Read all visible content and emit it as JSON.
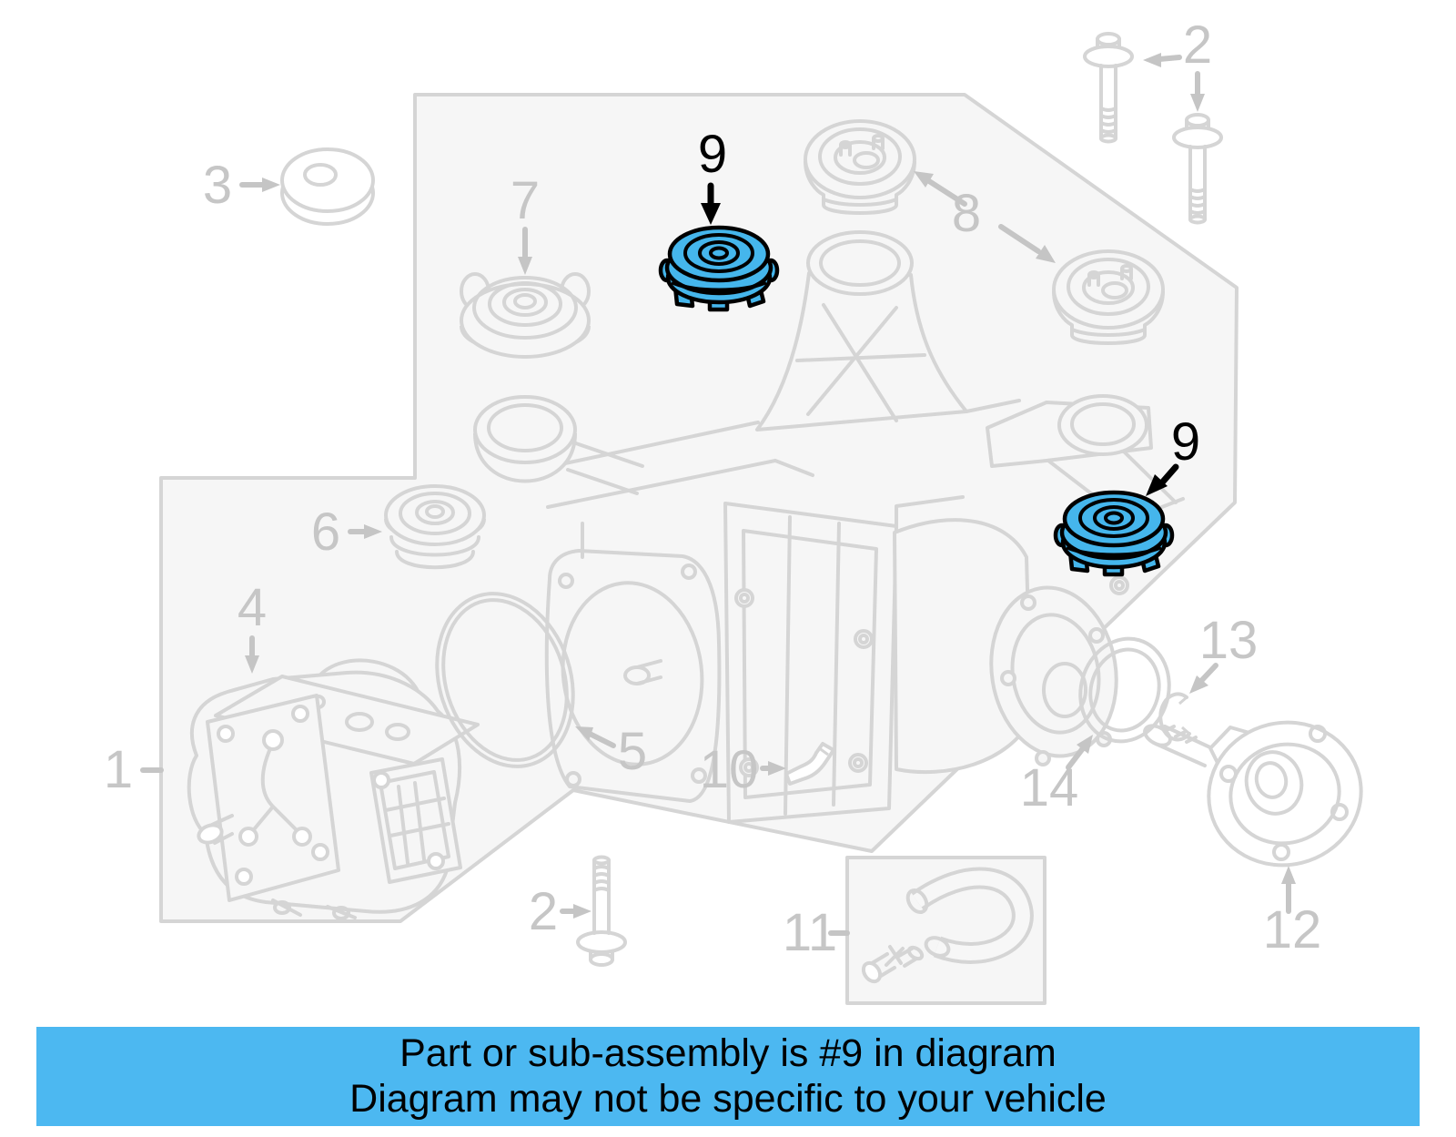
{
  "banner": {
    "line1": "Part or sub-assembly is #9 in diagram",
    "line2": "Diagram may not be specific to your vehicle",
    "background_color": "#4cb8f1",
    "text_color": "#000000"
  },
  "diagram": {
    "type": "exploded-parts-diagram",
    "subject": "Rear differential drive unit assembly",
    "line_color": "#d5d5d5",
    "label_color": "#c6c6c6",
    "highlight_fill": "#45b6ec",
    "highlight_outline": "#000000",
    "highlighted_part_number": "9",
    "labels": {
      "n1": "1",
      "n2_top": "2",
      "n2_bottom": "2",
      "n3": "3",
      "n4": "4",
      "n5": "5",
      "n6": "6",
      "n7": "7",
      "n8": "8",
      "n9_left": "9",
      "n9_right": "9",
      "n10": "10",
      "n11": "11",
      "n12": "12",
      "n13": "13",
      "n14": "14"
    }
  }
}
